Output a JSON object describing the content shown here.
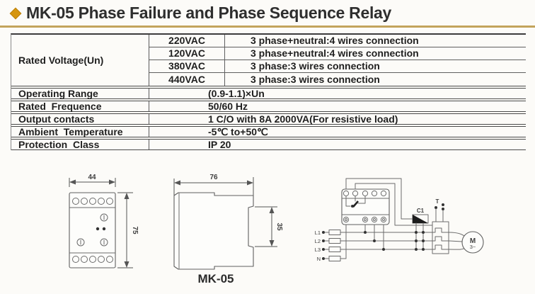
{
  "header": {
    "title": "MK-05 Phase Failure and Phase Sequence Relay",
    "accent_color": "#d6960f",
    "rule_color": "#c3a45c"
  },
  "spec_table": {
    "voltage": {
      "label": "Rated Voltage(Un)",
      "options": [
        {
          "value": "220VAC",
          "connection": "3 phase+neutral:4 wires connection"
        },
        {
          "value": "120VAC",
          "connection": "3 phase+neutral:4 wires connection"
        },
        {
          "value": "380VAC",
          "connection": "3 phase:3 wires connection"
        },
        {
          "value": "440VAC",
          "connection": "3 phase:3 wires connection"
        }
      ]
    },
    "rows": [
      {
        "label": "Operating Range",
        "value": "(0.9-1.1)×Un"
      },
      {
        "label": "Rated  Frequence",
        "value": "50/60 Hz"
      },
      {
        "label": "Output contacts",
        "value": "1 C/O with 8A 2000VA(For resistive load)"
      },
      {
        "label": "Ambient  Temperature",
        "value": "-5℃ to+50℃"
      },
      {
        "label": "Protection  Class",
        "value": "IP 20"
      }
    ]
  },
  "diagrams": {
    "front_view": {
      "width_dim": "44",
      "height_dim": "75"
    },
    "side_view": {
      "width_dim": "76",
      "notch_dim": "35",
      "model": "MK-05"
    },
    "wiring": {
      "coil_label": "C1",
      "aux_label": "T",
      "line_labels": [
        "L1",
        "L2",
        "L3",
        "N"
      ],
      "motor_label": "M",
      "motor_phase": "3~"
    }
  }
}
